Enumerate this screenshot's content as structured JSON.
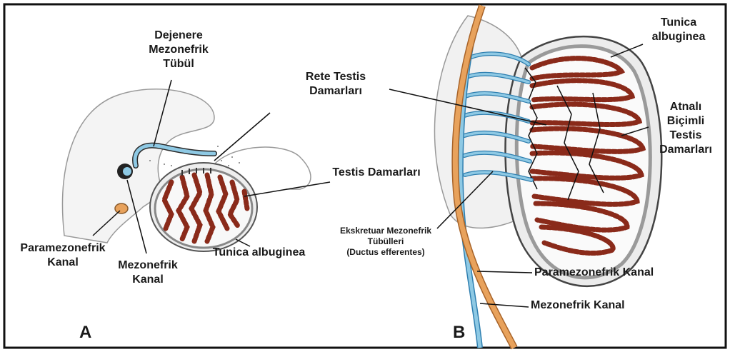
{
  "panels": {
    "a": "A",
    "b": "B"
  },
  "labels": {
    "dejenere": "Dejenere\nMezonefrik\nTübül",
    "testis_damarlari": "Testis Damarları",
    "paramezonefrik_a": "Paramezonefrik\nKanal",
    "mezonefrik_a": "Mezonefrik\nKanal",
    "tunica_a": "Tunica albuginea",
    "rete_testis": "Rete Testis\nDamarları",
    "tunica_b": "Tunica\nalbuginea",
    "atnali": "Atnalı\nBiçimli\nTestis\nDamarları",
    "ekskretuar": "Ekskretuar  Mezonefrik\nTübülleri\n(Ductus efferentes)",
    "paramezonefrik_b": "Paramezonefrik Kanal",
    "mezonefrik_b": "Mezonefrik Kanal"
  },
  "colors": {
    "mesonephric_duct": "#8ec9e4",
    "paramesonephric_duct": "#e8a25c",
    "cord_red": "#8a2a1a",
    "tunica_gray": "#9a9a9a",
    "outline": "#333333"
  }
}
